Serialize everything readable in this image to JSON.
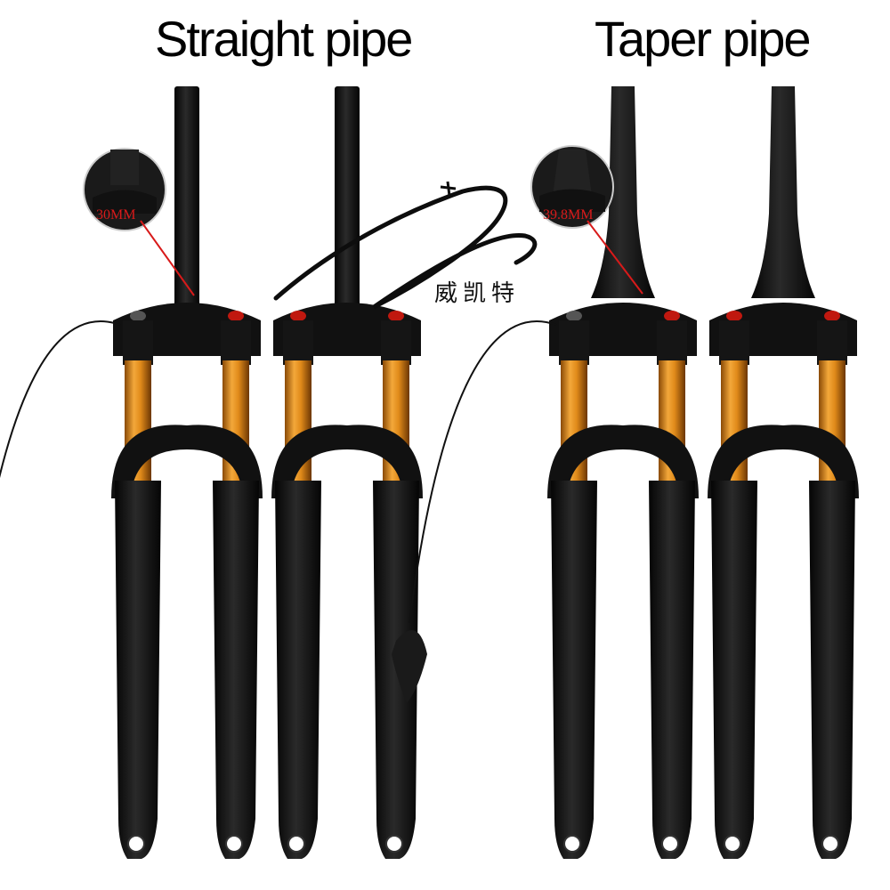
{
  "headings": {
    "straight": "Straight pipe",
    "taper": "Taper pipe"
  },
  "callouts": {
    "straight_diameter": "30MM",
    "taper_diameter": "39.8MM"
  },
  "watermark": {
    "text": "威凯特"
  },
  "colors": {
    "stanchion": "#e08a1a",
    "body": "#0d0d0d",
    "callout_line": "#d81a1a",
    "background": "#ffffff"
  },
  "forks": [
    {
      "name": "straight-remote",
      "steerer": "straight",
      "remote": true
    },
    {
      "name": "straight-manual",
      "steerer": "straight",
      "remote": false
    },
    {
      "name": "taper-remote",
      "steerer": "taper",
      "remote": true
    },
    {
      "name": "taper-manual",
      "steerer": "taper",
      "remote": false
    }
  ]
}
